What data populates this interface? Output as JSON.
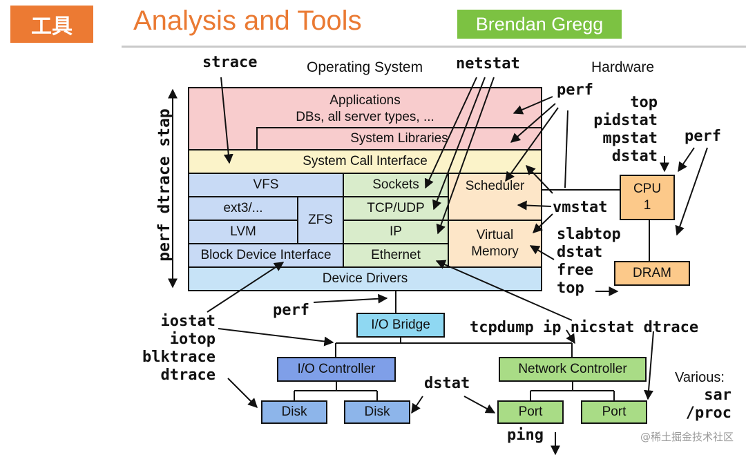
{
  "header": {
    "tag": "工具",
    "title": "Analysis and Tools",
    "author": "Brendan Gregg"
  },
  "sections": {
    "os": "Operating System",
    "hardware": "Hardware"
  },
  "colors": {
    "accent": "#ea7a33",
    "author_bg": "#7cc242",
    "applications": "#f8cccd",
    "syscall": "#fbf3c9",
    "vfs_stack": "#c8daf5",
    "network_stack": "#d9eccb",
    "kernel_misc": "#fde6c8",
    "drivers": "#c7e3f7",
    "cpu_dram": "#fcc98a",
    "io_bridge": "#8fd8f2",
    "io_controller": "#7f9fe8",
    "disk": "#8db5ea",
    "net_controller": "#a9dc86"
  },
  "os_layers": {
    "applications": "Applications\nDBs, all server types, ...",
    "system_libraries": "System Libraries",
    "syscall_interface": "System Call Interface",
    "vfs": "VFS",
    "ext3": "ext3/...",
    "zfs": "ZFS",
    "lvm": "LVM",
    "block_device": "Block Device Interface",
    "sockets": "Sockets",
    "tcp_udp": "TCP/UDP",
    "ip": "IP",
    "ethernet": "Ethernet",
    "scheduler": "Scheduler",
    "virtual_memory": "Virtual\nMemory",
    "device_drivers": "Device Drivers"
  },
  "hardware": {
    "cpu": "CPU\n1",
    "dram": "DRAM",
    "io_bridge": "I/O Bridge",
    "io_controller": "I/O Controller",
    "network_controller": "Network Controller",
    "disk_1": "Disk",
    "disk_2": "Disk",
    "port_1": "Port",
    "port_2": "Port"
  },
  "tools": {
    "strace": "strace",
    "netstat": "netstat",
    "perf_os": "perf",
    "top_group": "top\npidstat\nmpstat\ndstat",
    "perf_hw": "perf",
    "vmstat": "vmstat",
    "slab_group": "slabtop\ndstat\nfree\ntop",
    "perf_bridge": "perf",
    "io_group": "iostat\niotop\nblktrace\ndtrace",
    "net_tools": "tcpdump ip nicstat dtrace",
    "dstat": "dstat",
    "ping": "ping",
    "various_label": "Various:",
    "various_tools": "sar\n/proc",
    "side_tools": "perf dtrace stap"
  },
  "watermark": "@稀土掘金技术社区"
}
